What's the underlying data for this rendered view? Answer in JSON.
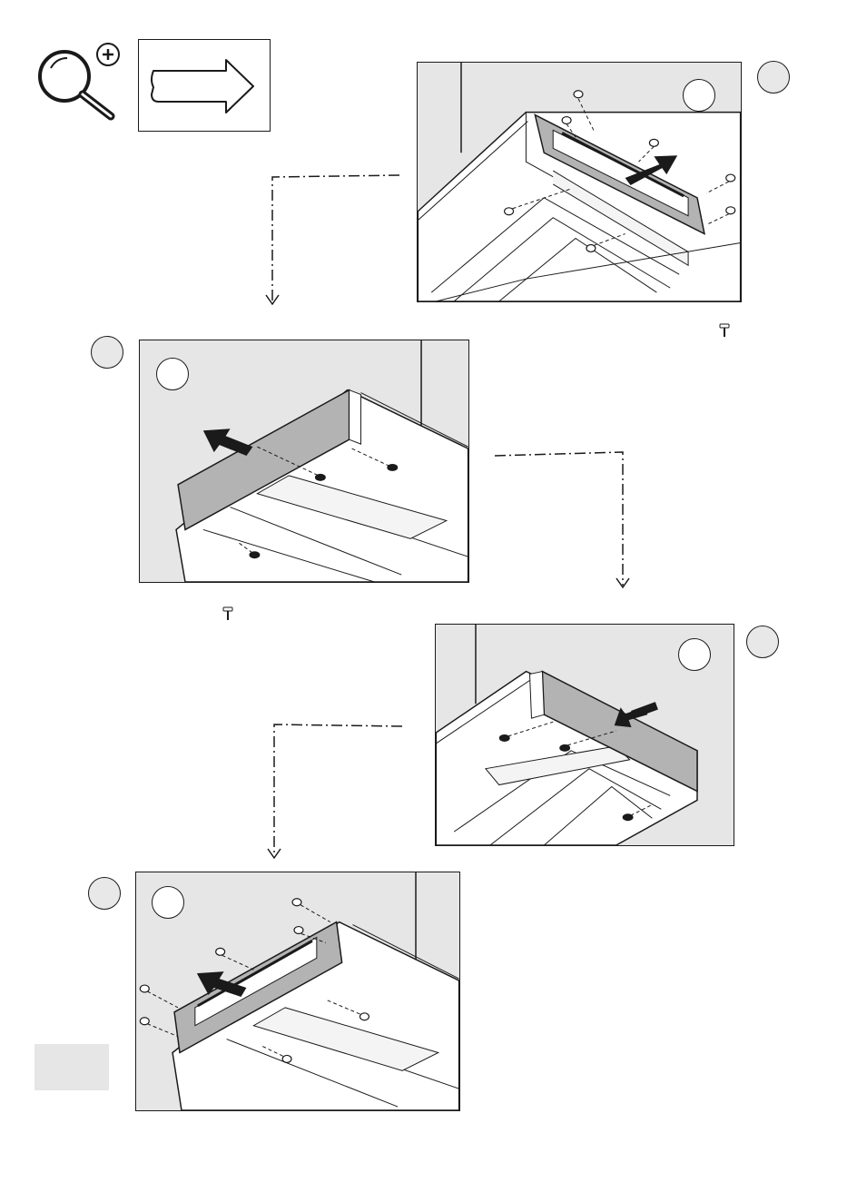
{
  "colors": {
    "panel_background": "#e6e6e6",
    "line": "#1a1a1a",
    "cover_gray": "#b3b3b3",
    "unit_white": "#ffffff"
  },
  "icons": {
    "zoom": "magnifier-plus-icon",
    "direction": "right-arrow-icon",
    "screw": "screw-icon"
  },
  "steps": [
    {
      "panel": "remove-rear-bracket",
      "motion": "slide-right"
    },
    {
      "panel": "slide-cover-left",
      "motion": "slide-left"
    },
    {
      "panel": "insert-cover-right",
      "motion": "slide-left"
    },
    {
      "panel": "fit-front-bracket",
      "motion": "slide-left"
    }
  ]
}
